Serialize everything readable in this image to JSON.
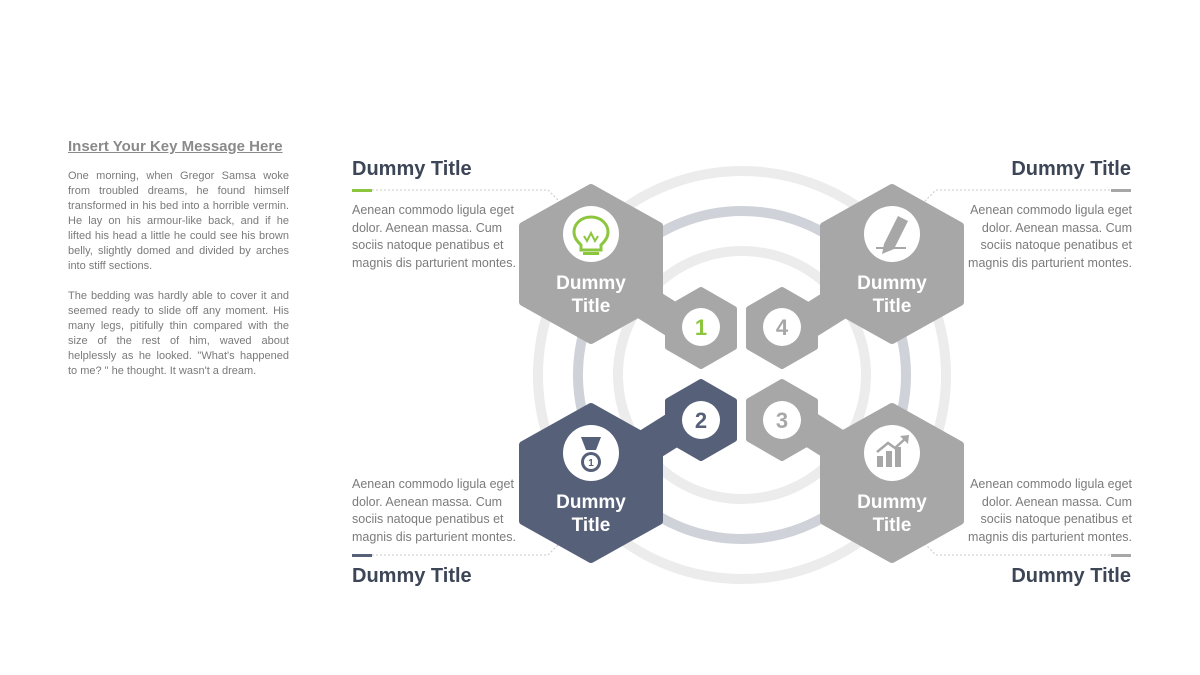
{
  "key_message": {
    "title": "Insert Your Key Message Here",
    "paragraphs": [
      "One morning, when Gregor Samsa woke from troubled dreams, he found himself transformed in his bed into a horrible vermin. He lay on his armour-like back, and if he lifted his head a little he could see his brown belly, slightly domed and divided by arches into stiff sections.",
      "The bedding was hardly able to cover it and seemed ready to slide off any moment. His many legs, pitifully thin compared with the size of the rest of him, waved about helplessly as he looked. \"What's happened to me? \" he thought. It wasn't a dream."
    ]
  },
  "colors": {
    "grey_hex": "#a7a7a7",
    "navy_hex": "#566179",
    "accent_green": "#8cc63f",
    "ring_light": "#ececec",
    "ring_mid": "#cfd2d8",
    "title_text": "#3d4656",
    "body_text": "#7b7b7b"
  },
  "sections": [
    {
      "number": "1",
      "title": "Dummy Title",
      "body": "Aenean commodo ligula eget dolor. Aenean massa. Cum sociis natoque penatibus et magnis dis parturient montes.",
      "hex_title_line1": "Dummy",
      "hex_title_line2": "Title",
      "icon": "lightbulb-icon",
      "number_color": "#8cc63f"
    },
    {
      "number": "2",
      "title": "Dummy Title",
      "body": "Aenean commodo ligula eget dolor. Aenean massa. Cum sociis natoque penatibus et magnis dis parturient montes.",
      "hex_title_line1": "Dummy",
      "hex_title_line2": "Title",
      "icon": "medal-icon",
      "medal_label": "1",
      "number_color": "#566179"
    },
    {
      "number": "3",
      "title": "Dummy Title",
      "body": "Aenean commodo ligula eget dolor. Aenean massa. Cum sociis natoque penatibus et magnis dis parturient montes.",
      "hex_title_line1": "Dummy",
      "hex_title_line2": "Title",
      "icon": "growth-chart-icon",
      "number_color": "#a7a7a7"
    },
    {
      "number": "4",
      "title": "Dummy Title",
      "body": "Aenean commodo ligula eget dolor. Aenean massa. Cum sociis natoque penatibus et magnis dis parturient montes.",
      "hex_title_line1": "Dummy",
      "hex_title_line2": "Title",
      "icon": "pencil-icon",
      "number_color": "#a7a7a7"
    }
  ]
}
